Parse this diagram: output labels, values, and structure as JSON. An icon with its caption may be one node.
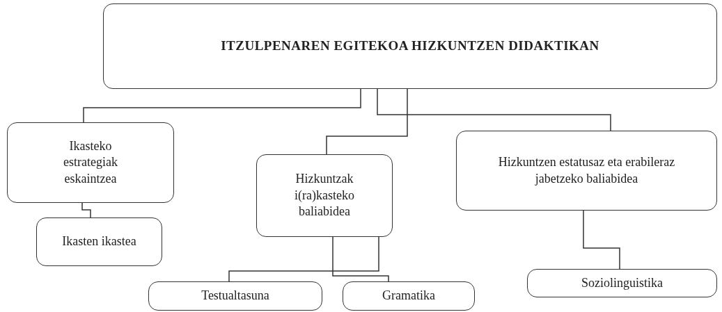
{
  "diagram": {
    "nodes": [
      {
        "text": [
          "ITZULPENAREN EGITEKOA HIZKUNTZEN DIDAKTIKAN"
        ]
      },
      {
        "text": [
          "Ikasteko estrategiak eskaintzea"
        ]
      },
      {
        "text": [
          "Ikasten ikastea"
        ]
      },
      {
        "text": [
          "Hizkuntzak i(ra)kasteko baliabidea"
        ]
      },
      {
        "text": [
          "Hizkuntzen estatusaz eta erabileraz jabetzeko baliabidea"
        ]
      },
      {
        "text": [
          "Testualtasuna"
        ]
      },
      {
        "text": [
          "Gramatika"
        ]
      },
      {
        "text": [
          "Soziolinguistika"
        ]
      }
    ],
    "edges": [
      {
        "from": 0,
        "to": 1,
        "arrow": "none"
      },
      {
        "from": 0,
        "to": 4,
        "arrow": "none"
      },
      {
        "from": 0,
        "to": 3,
        "arrow": "none"
      },
      {
        "from": 1,
        "to": 2,
        "arrow": "none"
      },
      {
        "from": 3,
        "to": 5,
        "arrow": "none"
      },
      {
        "from": 3,
        "to": 6,
        "arrow": "none"
      },
      {
        "from": 4,
        "to": 7,
        "arrow": "none"
      }
    ]
  }
}
